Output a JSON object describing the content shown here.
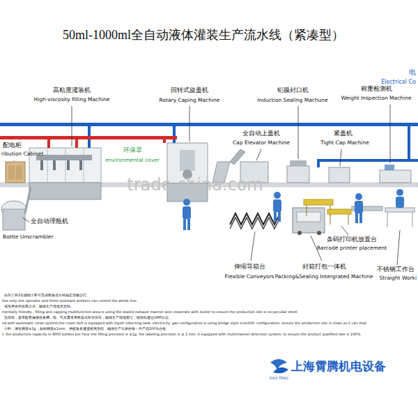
{
  "diagram": {
    "title": "50ml-1000ml全自动液体灌装生产流水线（紧凑型）",
    "labels": [
      "电",
      "Electrical Co",
      "高粘度灌装机",
      "High-viscosity filling Machine",
      "回转式旋盖机",
      "Rotary Caping Machine",
      "铝膜封口机",
      "Induction Sealing Machune",
      "称重检测机",
      "Weight Inspection Machine",
      "配电柜",
      "ribution Cabinet",
      "环保罩",
      "environmental cover",
      "全自动上盖机",
      "Cap Elevator Machine",
      "紧盖机",
      "Tight Cap Machine",
      "trade.china.com",
      "全自动理瓶机",
      "Bottle Unscrambler",
      "条码打印机放置台",
      "Barcode printer placement",
      "伸缩导箱台",
      "Flexible Conveyors",
      "封箱打包一体机",
      "Packing&Sealing Intergrated Machine",
      "不锈钢工作台",
      "Straight Worki",
      "操作工和3名辅助工即可完成整条流水线稳定流畅运行。",
      "line only one operator and three assistant workers can control the whole line.",
      "域采用密闭排风方式，确保生产现场无异味。",
      "mentally friendly ,  filling and capping multifunction area is using the sealed exhaust manner and cooperate with duster to ensure the production site is no peculiar smell",
      "洗系统，盖带配有漏液收集槽，电、气布置采用桥架式科学排布，确保生产现场整洁，能轻松通过GMP认证。",
      "ed with automatic clean system,the cover belt is equipped with liquid collecting tank. electricity, gas configuration is using bridge style scientific configuration, ensure the production site is clean,so it  can impl",
      "小时，灌装精度±1g，贴标精度±1mm，并配备多通道检测系统，确保生产出来的每一件产品100%合格。",
      "t, the production capacity is 4000 bottles per hour,the filling precision is ±1g, the labeling precision is  ± 1 mm, it equipped with multichannel detection system, to ensure the product qualified rate is 100%.",
      "上海霄腾机电设备",
      "XIAO TENG"
    ]
  }
}
